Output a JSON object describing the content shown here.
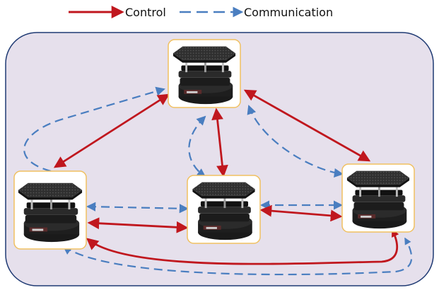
{
  "legend": {
    "control_label": "Control",
    "communication_label": "Communication"
  },
  "colors": {
    "control": "#c0171e",
    "communication": "#4a7ec0",
    "panel_fill": "#e6e0ec",
    "panel_border": "#1f3a73",
    "robot_card_border": "#f0c060"
  },
  "robots": [
    {
      "id": "robot-top",
      "icon": "mobile-robot-icon"
    },
    {
      "id": "robot-left",
      "icon": "mobile-robot-icon"
    },
    {
      "id": "robot-center",
      "icon": "mobile-robot-icon"
    },
    {
      "id": "robot-right",
      "icon": "mobile-robot-icon"
    }
  ]
}
